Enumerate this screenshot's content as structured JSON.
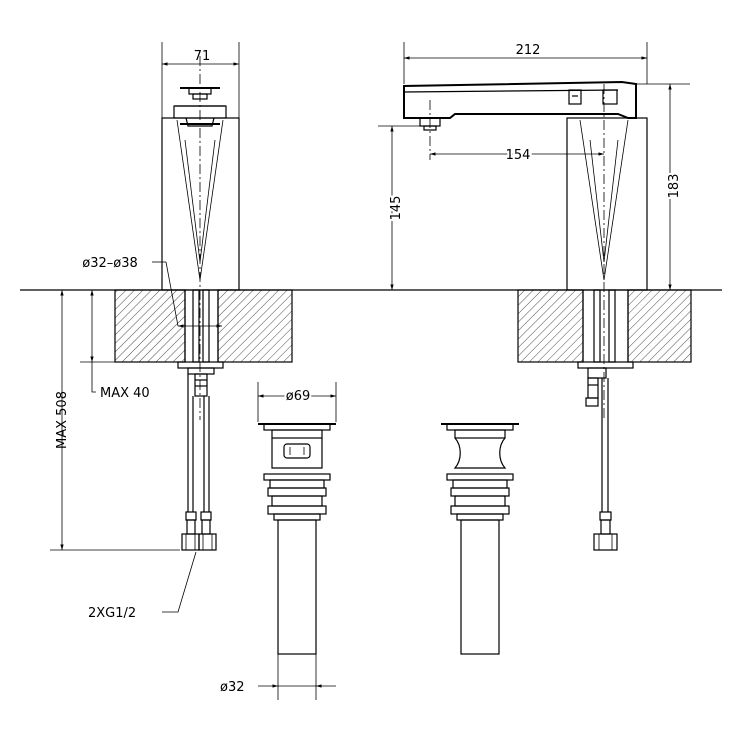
{
  "dimensions": {
    "tap_width": "71",
    "spout_length": "212",
    "spout_reach": "154",
    "spout_height": "145",
    "total_height": "183",
    "hole_diameter": "ø32–ø38",
    "max_deck": "MAX 40",
    "max_hose": "MAX 508",
    "connection": "2XG1/2",
    "waste_diameter": "ø69",
    "waste_tail": "ø32"
  }
}
